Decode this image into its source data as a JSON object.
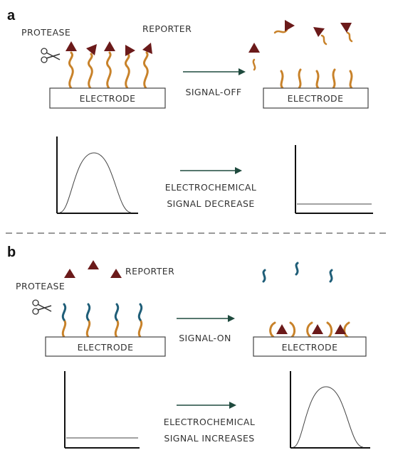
{
  "panel_a": {
    "label": "a",
    "protease": "PROTEASE",
    "reporter": "REPORTER",
    "electrode": "ELECTRODE",
    "electrode_after": "ELECTRODE",
    "arrow_label": "SIGNAL-OFF",
    "signal_line1": "ELECTROCHEMICAL",
    "signal_line2": "SIGNAL DECREASE"
  },
  "panel_b": {
    "label": "b",
    "protease": "PROTEASE",
    "reporter": "REPORTER",
    "electrode": "ELECTRODE",
    "electrode_after": "ELECTRODE",
    "arrow_label": "SIGNAL-ON",
    "signal_line1": "ELECTROCHEMICAL",
    "signal_line2": "SIGNAL INCREASES"
  },
  "colors": {
    "reporter": "#6b1a1a",
    "strand_orange": "#c8822a",
    "strand_blue": "#1f5e78",
    "arrow": "#1f4a3e",
    "divider": "#9a9a9a"
  }
}
